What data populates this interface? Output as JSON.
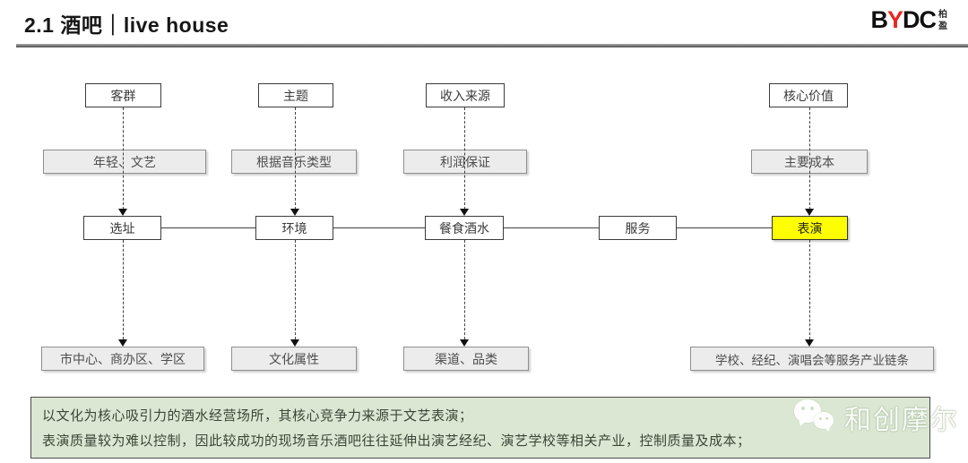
{
  "header": {
    "title": "2.1 酒吧｜live house",
    "logo": {
      "b": "B",
      "y": "Y",
      "dc": "DC",
      "sub": "柏盈"
    }
  },
  "colors": {
    "highlight": "#ffff00",
    "summary_bg": "#dbe7d3",
    "logo_red": "#e8251f",
    "box_gray": "#ececec"
  },
  "diagram": {
    "nodes": {
      "customer_base": "客群",
      "theme": "主题",
      "revenue_source": "收入来源",
      "core_value": "核心价值",
      "young_artsy": "年轻、文艺",
      "music_type": "根据音乐类型",
      "profit_guarantee": "利润保证",
      "main_cost": "主要成本",
      "site": "选址",
      "environment": "环境",
      "food_drink": "餐食酒水",
      "service": "服务",
      "performance": "表演",
      "location_detail": "市中心、商办区、学区",
      "cultural_attr": "文化属性",
      "channel_category": "渠道、品类",
      "industry_chain": "学校、经纪、演唱会等服务产业链条"
    }
  },
  "summary": {
    "line1": "以文化为核心吸引力的酒水经营场所，其核心竞争力来源于文艺表演；",
    "line2": "表演质量较为难以控制，因此较成功的现场音乐酒吧往往延伸出演艺经纪、演艺学校等相关产业，控制质量及成本；"
  },
  "watermark": {
    "text": "和创摩尔"
  }
}
